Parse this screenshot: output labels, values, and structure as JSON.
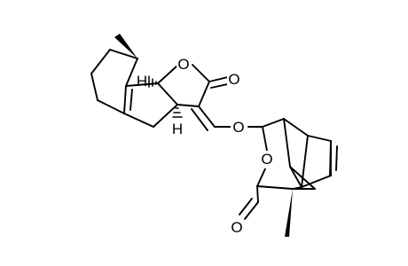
{
  "image_kind": "chemical-structure",
  "colors": {
    "background": "#ffffff",
    "ink": "#000000"
  },
  "atoms": {
    "O_ring1": "O",
    "O_carbonyl1": "O",
    "O_ether": "O",
    "O_ring2": "O",
    "O_carbonyl2": "O",
    "H_upper": "H",
    "H_lower": "H"
  }
}
